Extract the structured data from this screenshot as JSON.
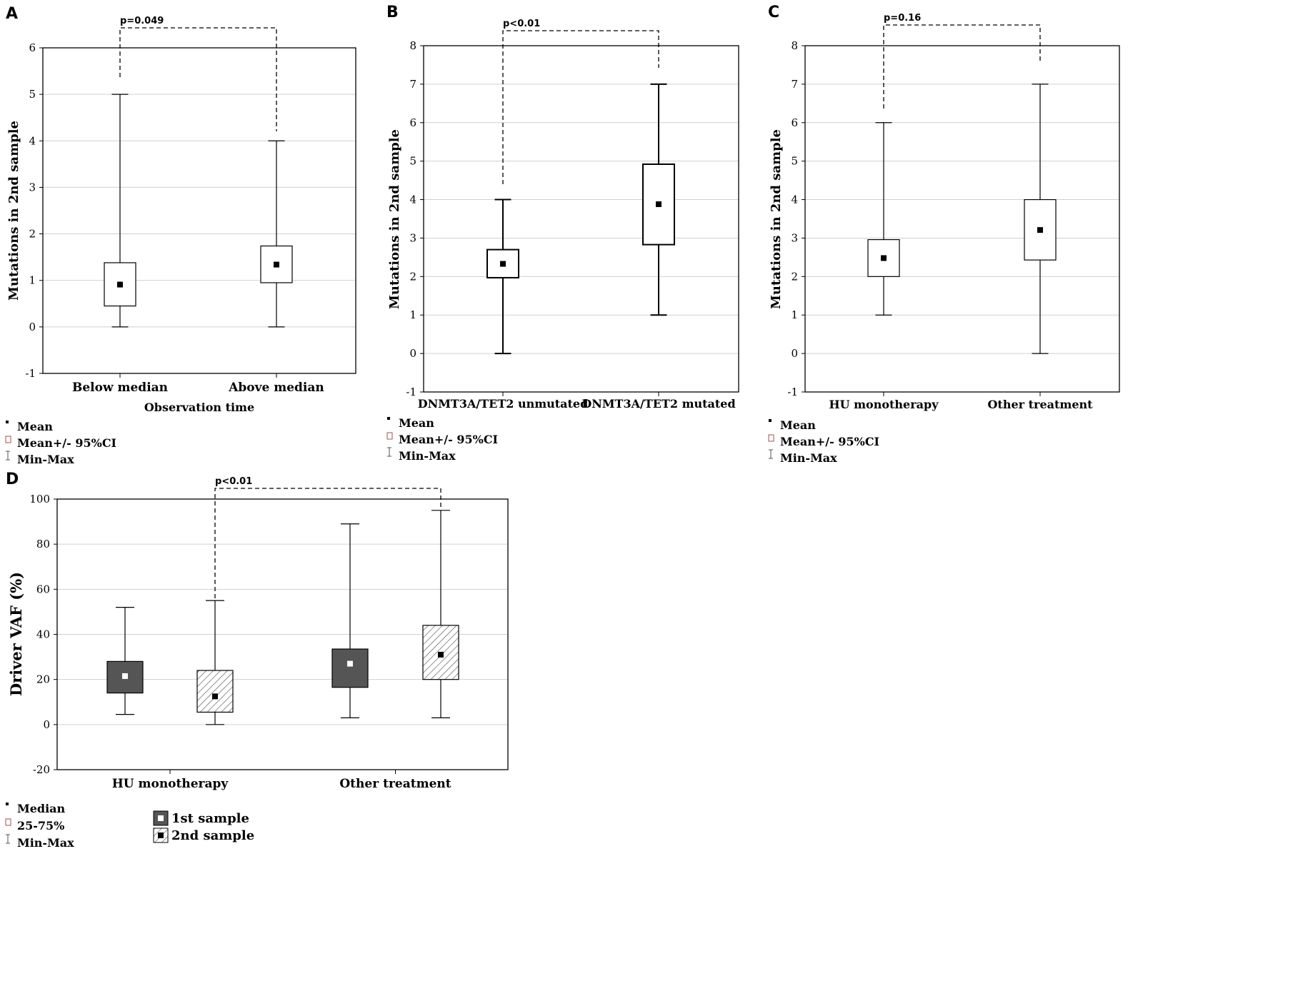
{
  "chart_data": [
    {
      "id": "A",
      "panel_label": "A",
      "type": "boxplot",
      "ylabel": "Mutations in 2nd sample",
      "xlabel": "Observation time",
      "ylim": [
        -1,
        6
      ],
      "yticks": [
        -1,
        0,
        1,
        2,
        3,
        4,
        5,
        6
      ],
      "categories": [
        "Below median",
        "Above median"
      ],
      "boxes": [
        {
          "category": "Below median",
          "min": 0,
          "low": 0.45,
          "mid": 0.91,
          "high": 1.38,
          "max": 5
        },
        {
          "category": "Above median",
          "min": 0,
          "low": 0.95,
          "mid": 1.34,
          "high": 1.74,
          "max": 4
        }
      ],
      "annotation": {
        "text": "p=0.049",
        "from": 0,
        "to": 1
      },
      "legend": [
        "Mean",
        "Mean+/- 95%CI",
        "Min-Max"
      ]
    },
    {
      "id": "B",
      "panel_label": "B",
      "type": "boxplot",
      "ylabel": "Mutations in 2nd sample",
      "xlabel": "",
      "ylim": [
        -1,
        8
      ],
      "yticks": [
        -1,
        0,
        1,
        2,
        3,
        4,
        5,
        6,
        7,
        8
      ],
      "categories": [
        "DNMT3A/TET2 unmutated",
        "DNMT3A/TET2 mutated"
      ],
      "boxes": [
        {
          "category": "DNMT3A/TET2 unmutated",
          "min": 0,
          "low": 1.97,
          "mid": 2.33,
          "high": 2.7,
          "max": 4
        },
        {
          "category": "DNMT3A/TET2 mutated",
          "min": 1,
          "low": 2.83,
          "mid": 3.88,
          "high": 4.92,
          "max": 7
        }
      ],
      "annotation": {
        "text": "p<0.01",
        "from": 0,
        "to": 1
      },
      "legend": [
        "Mean",
        "Mean+/- 95%CI",
        "Min-Max"
      ]
    },
    {
      "id": "C",
      "panel_label": "C",
      "type": "boxplot",
      "ylabel": "Mutations in 2nd sample",
      "xlabel": "",
      "ylim": [
        -1,
        8
      ],
      "yticks": [
        -1,
        0,
        1,
        2,
        3,
        4,
        5,
        6,
        7,
        8
      ],
      "categories": [
        "HU monotherapy",
        "Other treatment"
      ],
      "boxes": [
        {
          "category": "HU monotherapy",
          "min": 1,
          "low": 2,
          "mid": 2.48,
          "high": 2.96,
          "max": 6
        },
        {
          "category": "Other treatment",
          "min": 0,
          "low": 2.43,
          "mid": 3.21,
          "high": 4,
          "max": 7
        }
      ],
      "annotation": {
        "text": "p=0.16",
        "from": 0,
        "to": 1
      },
      "legend": [
        "Mean",
        "Mean+/- 95%CI",
        "Min-Max"
      ]
    },
    {
      "id": "D",
      "panel_label": "D",
      "type": "boxplot",
      "ylabel": "Driver VAF (%)",
      "xlabel": "",
      "ylim": [
        -20,
        100
      ],
      "yticks": [
        -20,
        0,
        20,
        40,
        60,
        80,
        100
      ],
      "categories": [
        "HU monotherapy",
        "Other treatment"
      ],
      "series": [
        {
          "name": "1st sample",
          "style": "solid",
          "boxes": [
            {
              "category": "HU monotherapy",
              "min": 4.5,
              "low": 14,
              "mid": 21.5,
              "high": 28,
              "max": 52
            },
            {
              "category": "Other treatment",
              "min": 3,
              "low": 16.5,
              "mid": 27,
              "high": 33.5,
              "max": 89
            }
          ]
        },
        {
          "name": "2nd sample",
          "style": "hatched",
          "boxes": [
            {
              "category": "HU monotherapy",
              "min": 0,
              "low": 5.5,
              "mid": 12.5,
              "high": 24,
              "max": 55
            },
            {
              "category": "Other treatment",
              "min": 3,
              "low": 20,
              "mid": 31,
              "high": 44,
              "max": 95
            }
          ]
        }
      ],
      "annotation": {
        "text": "p<0.01",
        "from_series": 1,
        "from_cat": 0,
        "to_series": 1,
        "to_cat": 1
      },
      "legend": [
        "Median",
        "25-75%",
        "Min-Max"
      ]
    }
  ],
  "colors": {
    "solid_box": "#555555",
    "grid": "#d0d0d0",
    "ci_legend_icon": "#a05050"
  }
}
